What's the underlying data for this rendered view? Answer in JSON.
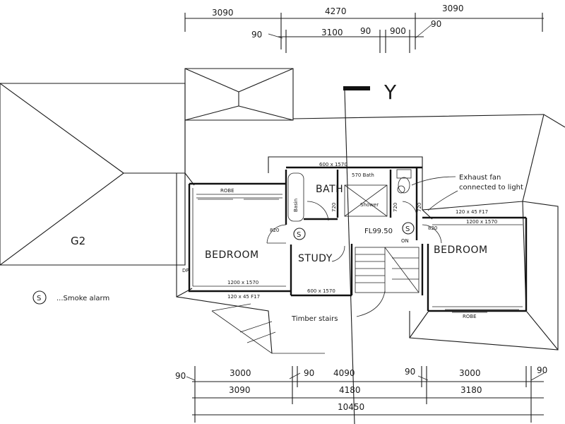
{
  "top_dims": {
    "row1": [
      "3090",
      "4270",
      "3090"
    ],
    "row2": [
      "90",
      "3100",
      "90",
      "900",
      "90"
    ]
  },
  "bottom_dims": {
    "row1": [
      "90",
      "3000",
      "90",
      "4090",
      "90",
      "3000",
      "90"
    ],
    "row2": [
      "3090",
      "4180",
      "3180"
    ],
    "total": "10450"
  },
  "axis_label": "Y",
  "roof_label": "G2",
  "rooms": {
    "bedroom_left": "BEDROOM",
    "bedroom_right": "BEDROOM",
    "study": "STUDY",
    "bath": "BATH"
  },
  "small_labels": {
    "robe_left": "ROBE",
    "robe_right": "ROBE",
    "bath_window": "600 x 1570",
    "bath_small_window": "570 Bath",
    "basin": "Basin",
    "shower": "Shower",
    "door_720_a": "720",
    "door_720_b": "720",
    "door_720_c": "720",
    "door_820_left": "820",
    "door_820_right": "820",
    "floor_level": "FL99.50",
    "win_right_top": "120 x 45 F17",
    "win_right_main": "1200 x 1570",
    "win_left_bottom": "1200 x 1570",
    "win_left_bottom2": "120 x 45 F17",
    "win_study": "600 x 1570",
    "dp": "DP",
    "on": "ON"
  },
  "notes": {
    "exhaust_line1": "Exhaust fan",
    "exhaust_line2": "connected to light",
    "stairs": "Timber stairs"
  },
  "legend": {
    "symbol": "S",
    "text": "...Smoke alarm"
  },
  "smoke_symbol": "S"
}
